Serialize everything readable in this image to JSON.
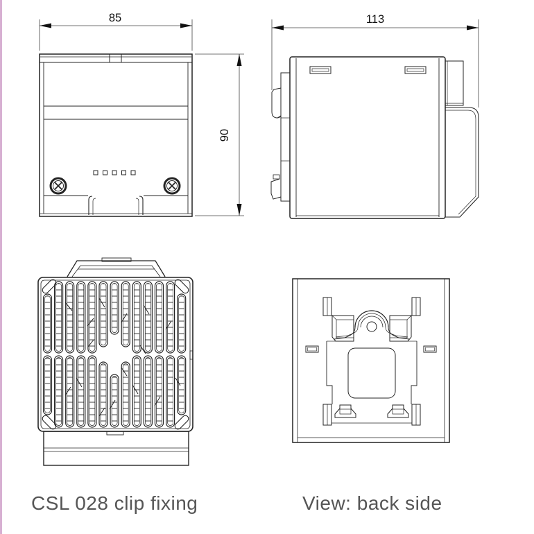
{
  "page": {
    "background": "#ffffff",
    "edge_line_color": "#d7b0d2"
  },
  "drawing": {
    "line_color": "#242424",
    "dim_color": "#111111",
    "caption_color": "#555555"
  },
  "dimensions": {
    "front_width_mm": "85",
    "front_height_mm": "90",
    "side_depth_mm": "113"
  },
  "captions": {
    "bottom_left": "CSL 028 clip fixing",
    "bottom_right": "View: back side"
  }
}
